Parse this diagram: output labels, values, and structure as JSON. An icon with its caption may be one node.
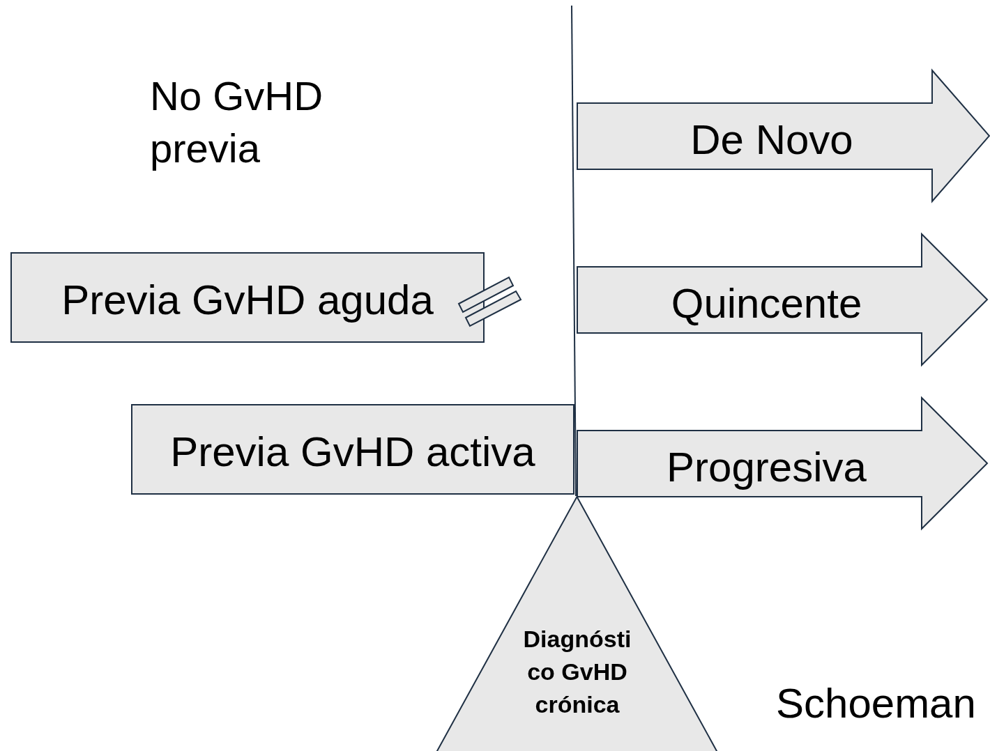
{
  "diagram": {
    "nodes": [
      {
        "text": [
          "No GvHD previa"
        ]
      },
      {
        "text": [
          "Previa GvHD aguda"
        ]
      },
      {
        "text": [
          "Previa GvHD activa"
        ]
      },
      {
        "text": [
          "De Novo"
        ]
      },
      {
        "text": [
          "Quincente"
        ]
      },
      {
        "text": [
          "Progresiva"
        ]
      },
      {
        "text": [
          "Diagnóstico GvHD crónica"
        ]
      }
    ],
    "labels": [
      "Schoeman"
    ]
  }
}
